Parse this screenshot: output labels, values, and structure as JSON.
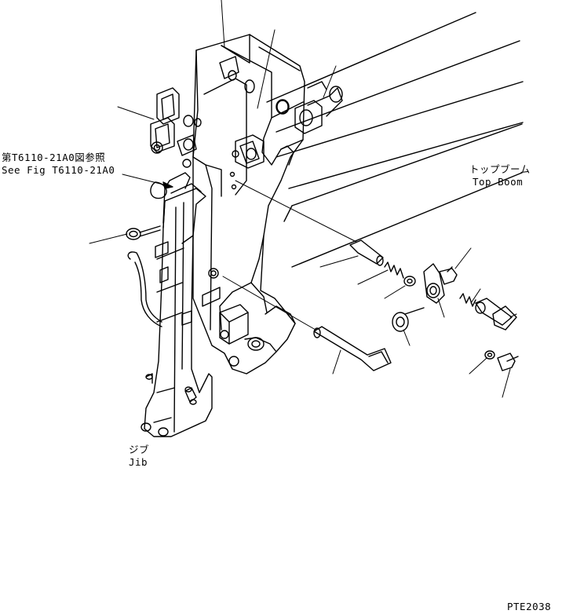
{
  "reference": {
    "ja": "第T6110-21A0図参照",
    "en": "See Fig T6110-21A0"
  },
  "top_boom": {
    "ja": "トップブーム",
    "en": "Top Boom"
  },
  "jib": {
    "ja": "ジブ",
    "en": "Jib"
  },
  "drawing_code": "PTE2038"
}
